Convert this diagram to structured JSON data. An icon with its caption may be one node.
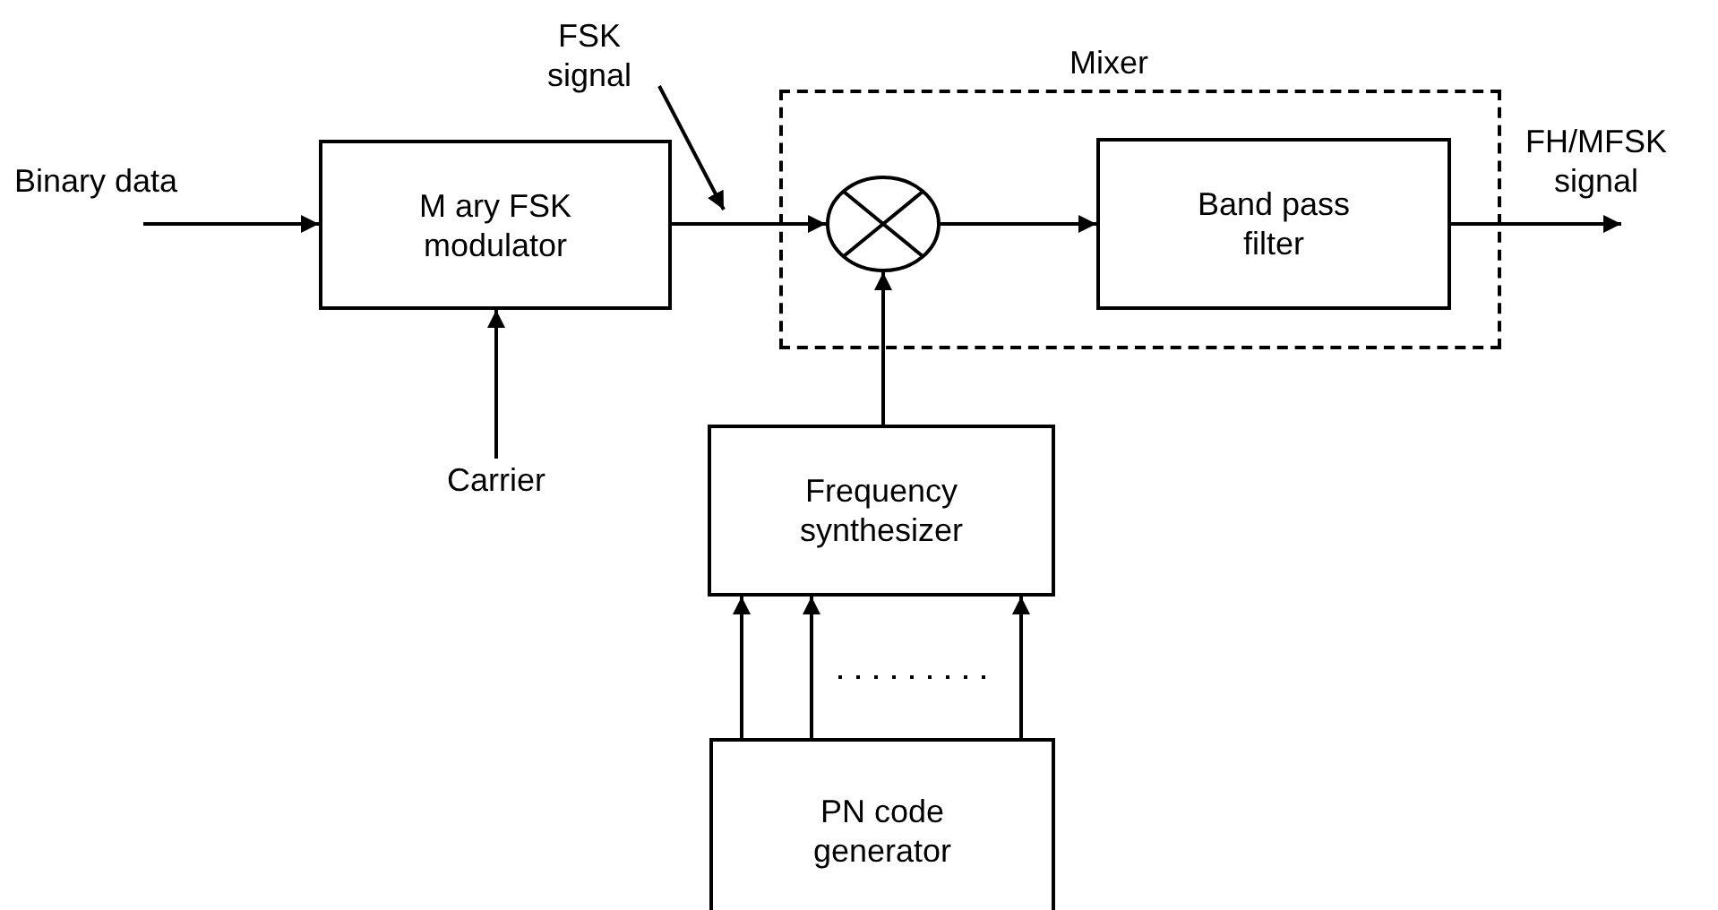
{
  "diagram": {
    "nodes": [
      {
        "text": [
          "M ary FSK modulator"
        ]
      },
      {
        "text": [
          "Carrier"
        ]
      },
      {
        "text": [
          "FSK signal"
        ]
      },
      {
        "text": [
          "Mixer"
        ]
      },
      {
        "text": [],
        "shape": "circle",
        "in": 3
      },
      {
        "text": [
          "Band pass filter"
        ],
        "in": 3
      },
      {
        "text": [
          "Frequency synthesizer"
        ]
      },
      {
        "text": [
          "PN code generator"
        ]
      }
    ],
    "edges": [
      {
        "from": null,
        "to": 0,
        "arrow": "to",
        "label": "Binary data"
      },
      {
        "from": 1,
        "to": 0,
        "arrow": "to"
      },
      {
        "from": 0,
        "to": 4,
        "arrow": "to"
      },
      {
        "from": 2,
        "to": null,
        "arrow": "to"
      },
      {
        "from": 4,
        "to": 5,
        "arrow": "to"
      },
      {
        "from": 5,
        "to": null,
        "arrow": "to",
        "label": "FH/MFSK signal"
      },
      {
        "from": 6,
        "to": 4,
        "arrow": "to"
      },
      {
        "from": 7,
        "to": 6,
        "arrow": "to"
      },
      {
        "from": 7,
        "to": 6,
        "arrow": "to"
      },
      {
        "from": 7,
        "to": 6,
        "arrow": "to"
      }
    ]
  }
}
